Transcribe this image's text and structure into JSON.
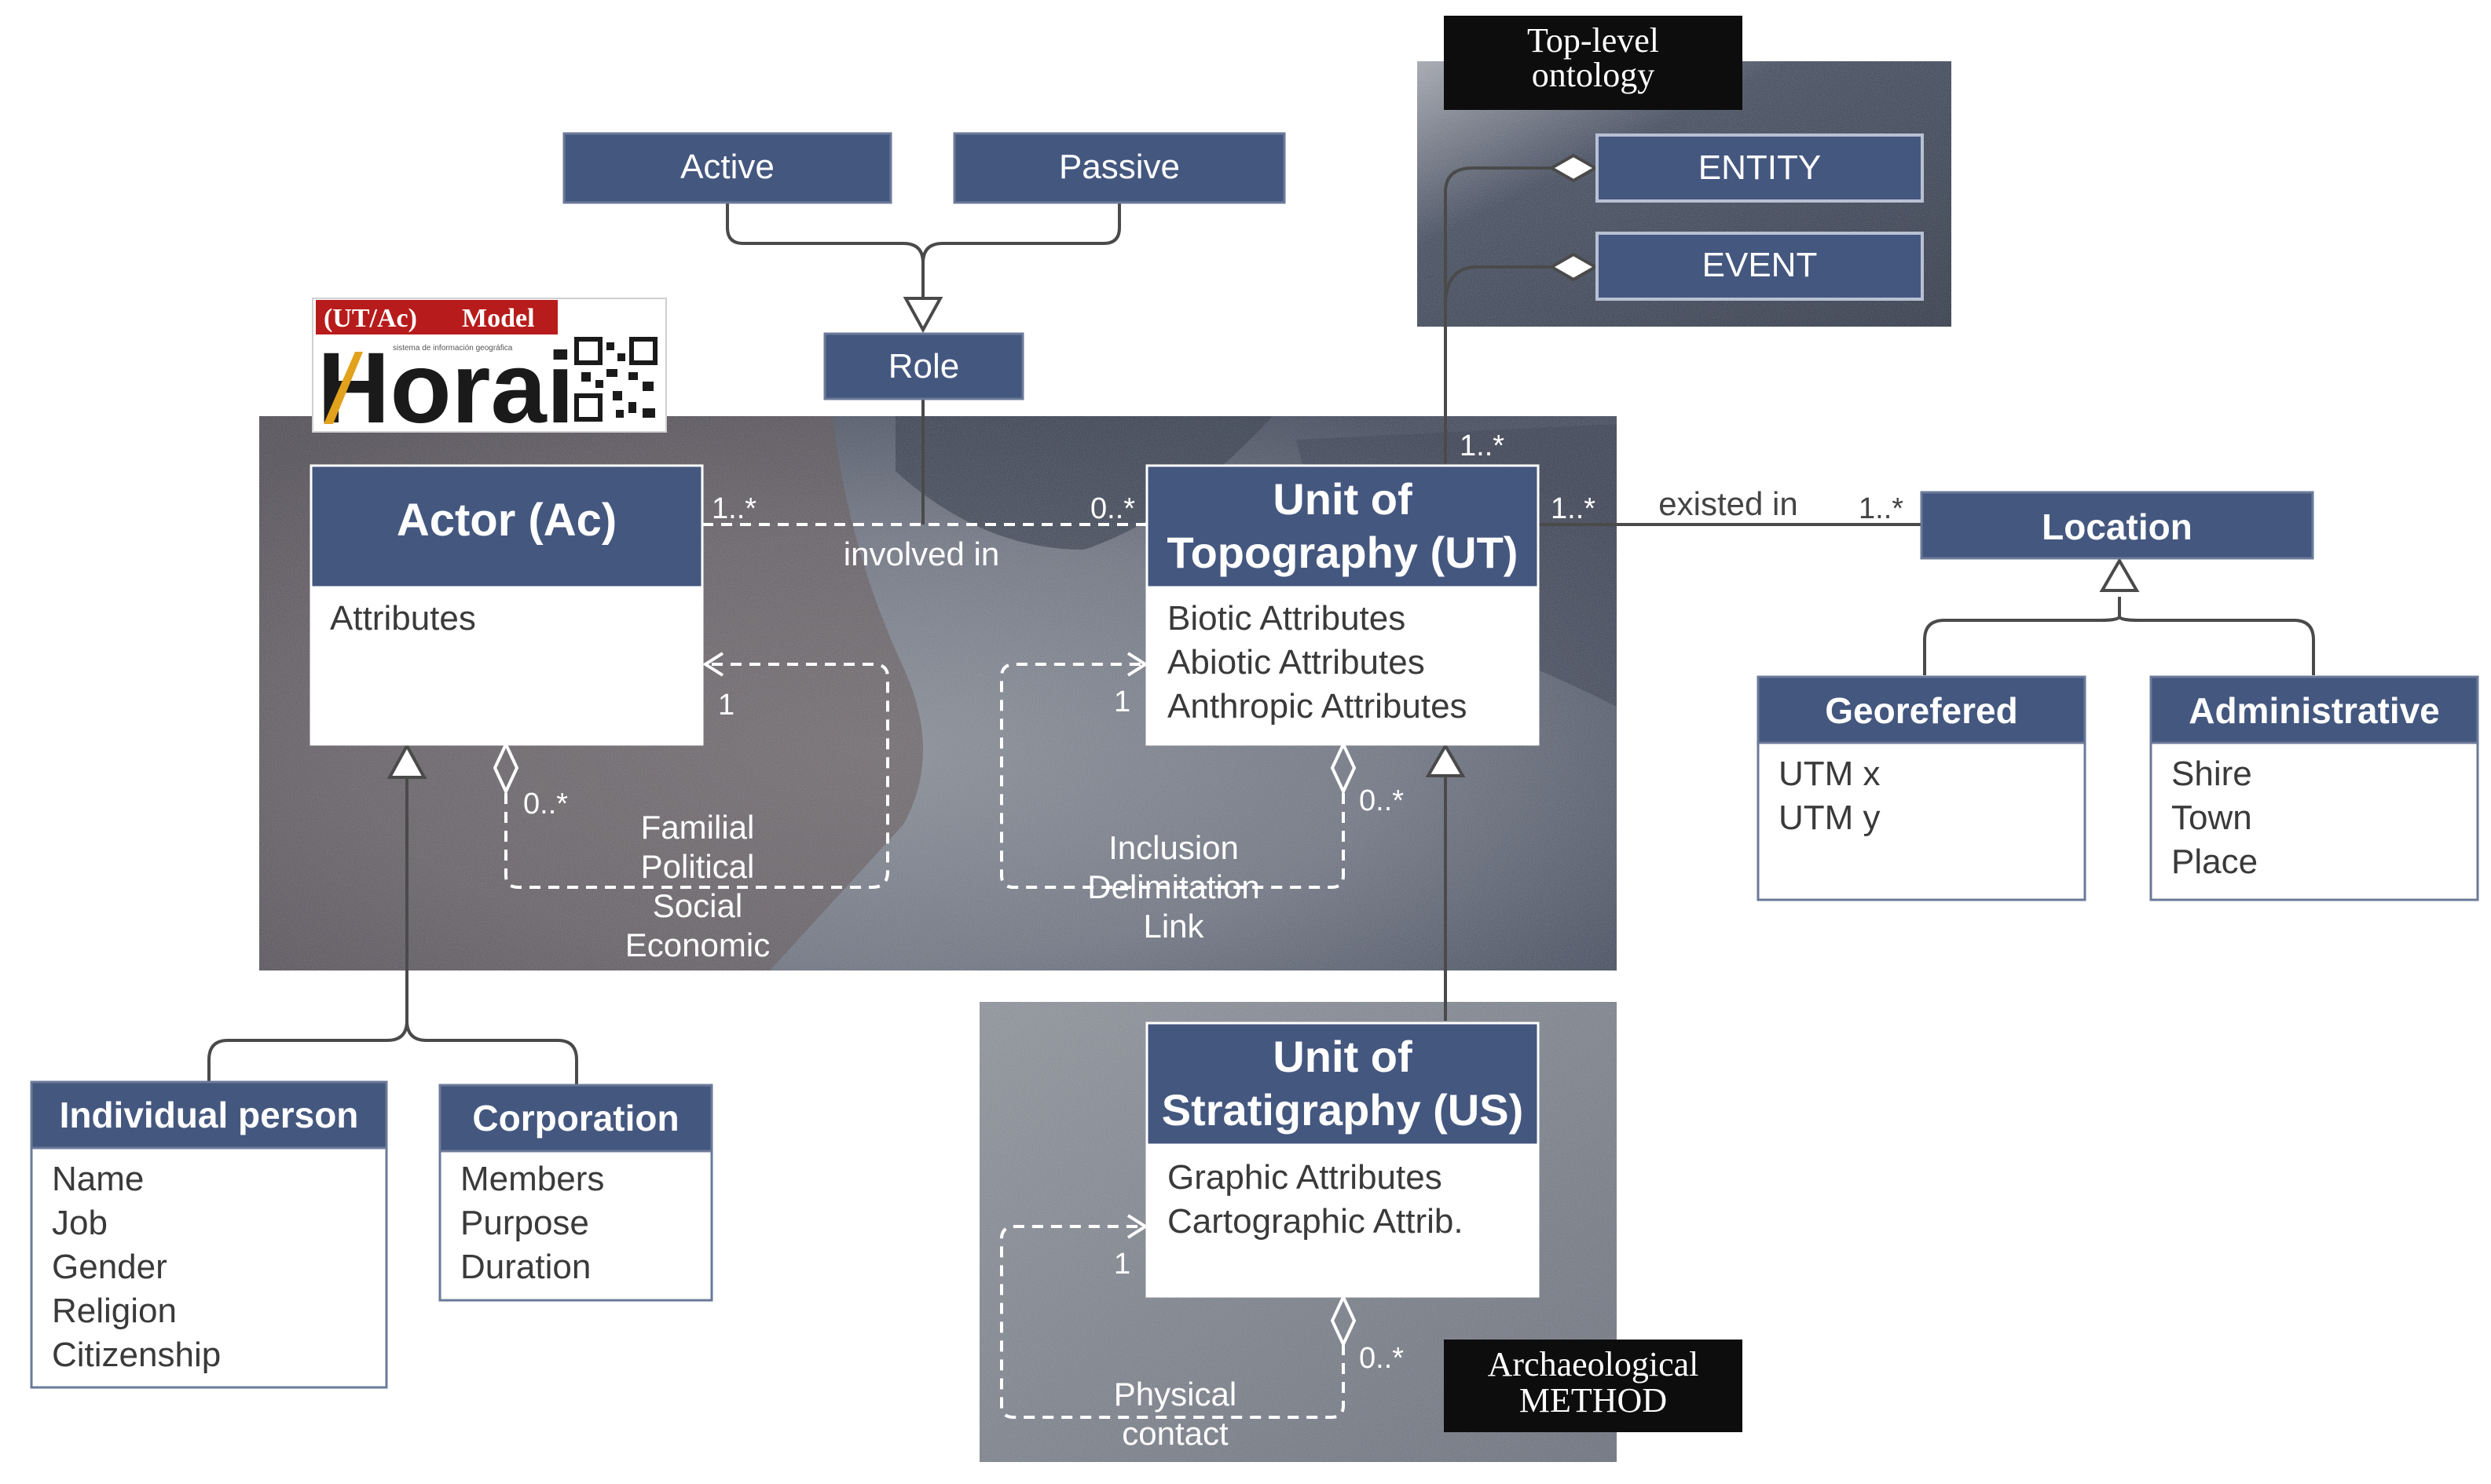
{
  "colors": {
    "class_header": "#44577f",
    "class_border": "#6b7a99",
    "attr_text": "#3a3a3a",
    "dark_label_bg": "#0d0d0d",
    "logo_red": "#b81b1b",
    "bg_dark": "#3b4559",
    "bg_stone": "#6f7685",
    "bg_light": "#8e939d"
  },
  "top_level": {
    "caption_line1": "Top-level",
    "caption_line2": "ontology",
    "entity": "ENTITY",
    "event": "EVENT"
  },
  "method": {
    "line1": "Archaeological",
    "line2": "METHOD"
  },
  "role": {
    "active": "Active",
    "passive": "Passive",
    "role": "Role"
  },
  "logo": {
    "badge_left": "(UT/Ac)",
    "badge_right": "Model",
    "name": "Horai",
    "tagline": "sistema de información geográfica",
    "qr_icon": "qr-code-icon"
  },
  "actor": {
    "title": "Actor (Ac)",
    "attributes": [
      "Attributes"
    ]
  },
  "ut": {
    "title_line1": "Unit of",
    "title_line2": "Topography (UT)",
    "attributes": [
      "Biotic Attributes",
      "Abiotic Attributes",
      "Anthropic Attributes"
    ]
  },
  "us": {
    "title_line1": "Unit of",
    "title_line2": "Stratigraphy (US)",
    "attributes": [
      "Graphic Attributes",
      "Cartographic Attrib."
    ]
  },
  "location": {
    "title": "Location"
  },
  "georefered": {
    "title": "Georefered",
    "attributes": [
      "UTM x",
      "UTM y"
    ]
  },
  "administrative": {
    "title": "Administrative",
    "attributes": [
      "Shire",
      "Town",
      "Place"
    ]
  },
  "individual": {
    "title": "Individual person",
    "attributes": [
      "Name",
      "Job",
      "Gender",
      "Religion",
      "Citizenship"
    ]
  },
  "corporation": {
    "title": "Corporation",
    "attributes": [
      "Members",
      "Purpose",
      "Duration"
    ]
  },
  "labels": {
    "involved_in": "involved in",
    "existed_in": "existed in",
    "actor_rel": [
      "Familial",
      "Political",
      "Social",
      "Economic"
    ],
    "ut_rel": [
      "Inclusion",
      "Delimitation",
      "Link"
    ],
    "us_rel": [
      "Physical",
      "contact"
    ]
  },
  "multiplicities": {
    "actor_involved": "1..*",
    "ut_involved": "0..*",
    "ut_top": "1..*",
    "ut_existed": "1..*",
    "location_existed": "1..*",
    "actor_self_one": "1",
    "actor_self_many": "0..*",
    "ut_self_one": "1",
    "ut_self_many": "0..*",
    "us_self_one": "1",
    "us_self_many": "0..*"
  }
}
